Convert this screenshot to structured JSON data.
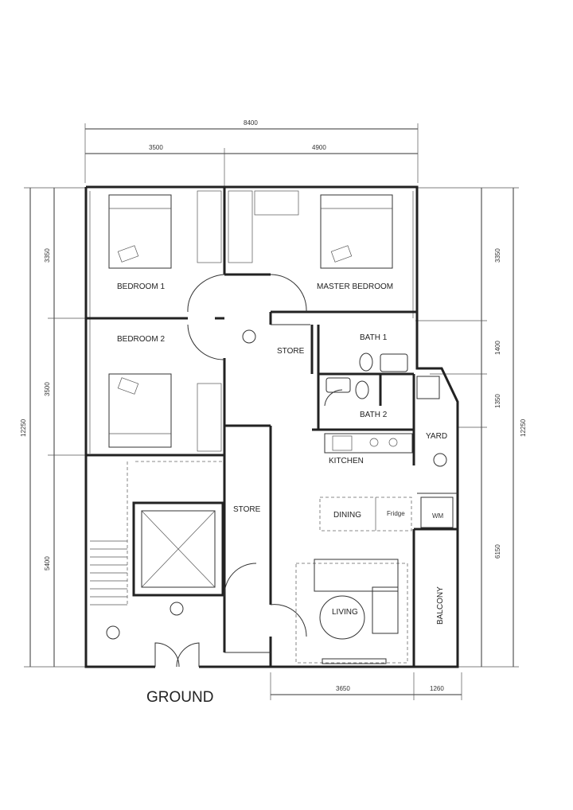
{
  "title": "GROUND",
  "rooms": {
    "bedroom1": "BEDROOM 1",
    "master": "MASTER BEDROOM",
    "bedroom2": "BEDROOM 2",
    "store_upper": "STORE",
    "bath1": "BATH 1",
    "bath2": "BATH 2",
    "kitchen": "KITCHEN",
    "yard": "YARD",
    "store_lower": "STORE",
    "dining": "DINING",
    "fridge": "Fridge",
    "wm": "WM",
    "living": "LIVING",
    "balcony": "BALCONY"
  },
  "dimensions": {
    "top_total": "8400",
    "top_left": "3500",
    "top_right": "4900",
    "left_1": "3350",
    "left_2": "3500",
    "left_3": "5400",
    "left_total": "12250",
    "right_1": "3350",
    "right_2": "1400",
    "right_3": "1350",
    "right_4": "6150",
    "right_total": "12250",
    "bottom_1": "3650",
    "bottom_2": "1260"
  }
}
